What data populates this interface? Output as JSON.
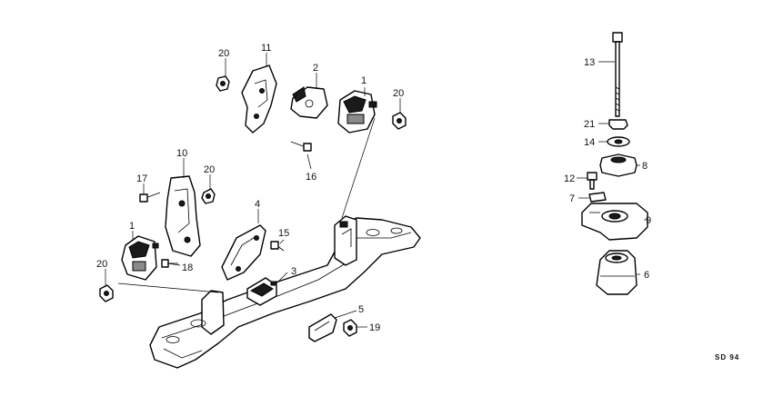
{
  "callouts": [
    {
      "id": "c1a",
      "text": "1"
    },
    {
      "id": "c1b",
      "text": "1"
    },
    {
      "id": "c2",
      "text": "2"
    },
    {
      "id": "c3",
      "text": "3"
    },
    {
      "id": "c4",
      "text": "4"
    },
    {
      "id": "c5",
      "text": "5"
    },
    {
      "id": "c6",
      "text": "6"
    },
    {
      "id": "c7",
      "text": "7"
    },
    {
      "id": "c8",
      "text": "8"
    },
    {
      "id": "c9",
      "text": "9"
    },
    {
      "id": "c10",
      "text": "10"
    },
    {
      "id": "c11",
      "text": "11"
    },
    {
      "id": "c12",
      "text": "12"
    },
    {
      "id": "c13",
      "text": "13"
    },
    {
      "id": "c14",
      "text": "14"
    },
    {
      "id": "c15",
      "text": "15"
    },
    {
      "id": "c16",
      "text": "16"
    },
    {
      "id": "c17",
      "text": "17"
    },
    {
      "id": "c18",
      "text": "18"
    },
    {
      "id": "c19",
      "text": "19"
    },
    {
      "id": "c20a",
      "text": "20"
    },
    {
      "id": "c20b",
      "text": "20"
    },
    {
      "id": "c20c",
      "text": "20"
    },
    {
      "id": "c20d",
      "text": "20"
    },
    {
      "id": "c21",
      "text": "21"
    }
  ],
  "diagram_code": "SD 94"
}
